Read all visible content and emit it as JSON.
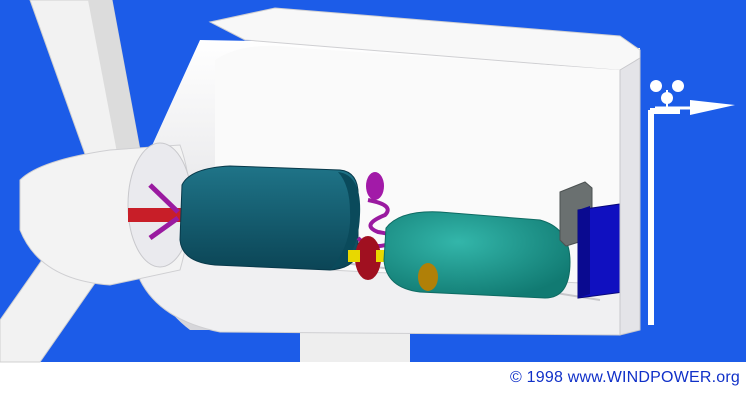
{
  "image": {
    "kind": "3d-illustration",
    "subject": "wind turbine nacelle cutaway",
    "colors": {
      "sky": "#1c5ce8",
      "housing": "#f4f4f4",
      "shadow": "#c8c8cc",
      "gearbox": "#0f5a6e",
      "generator": "#1b9c92",
      "shaft": "#c81e28",
      "brake": "#a01020",
      "coupling": "#e8d800",
      "hydraulics": "#9a1aa0",
      "controller": "#1010c0",
      "cooling": "#6a7070",
      "yaw": "#b08008"
    }
  },
  "copyright": "© 1998 www.WINDPOWER.org"
}
